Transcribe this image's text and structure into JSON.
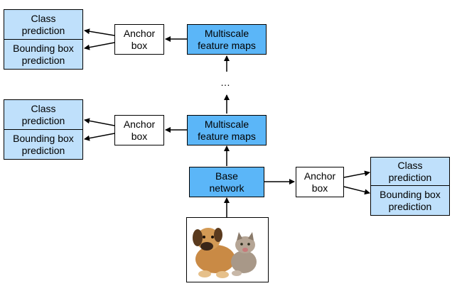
{
  "top_group": {
    "class_prediction": "Class\nprediction",
    "bbox_prediction": "Bounding box\nprediction",
    "anchor_box": "Anchor\nbox",
    "feature_maps": "Multiscale\nfeature maps"
  },
  "middle_group": {
    "class_prediction": "Class\nprediction",
    "bbox_prediction": "Bounding box\nprediction",
    "anchor_box": "Anchor\nbox",
    "feature_maps": "Multiscale\nfeature maps"
  },
  "base_group": {
    "base_network": "Base\nnetwork",
    "anchor_box": "Anchor\nbox",
    "class_prediction": "Class\nprediction",
    "bbox_prediction": "Bounding box\nprediction"
  },
  "ellipsis": "…",
  "input_image": {
    "icon": "dog-and-cat-photo"
  },
  "colors": {
    "feature_map_fill": "#5bb6f8",
    "prediction_fill": "#bfe0fb",
    "anchor_fill": "#ffffff"
  }
}
